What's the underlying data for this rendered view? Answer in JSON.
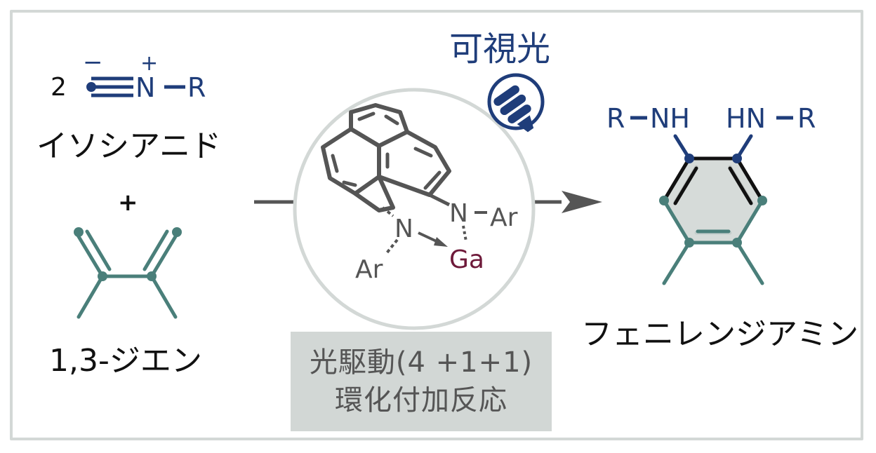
{
  "colors": {
    "blue": "#1f3d7a",
    "teal": "#4a7f7a",
    "gray": "#555555",
    "maroon": "#6e1a3a",
    "frame": "#d3d8d6",
    "box": "#d2d7d5"
  },
  "left": {
    "coefficient": "2",
    "isocyanide_minus": "−",
    "isocyanide_plus": "+",
    "isocyanide_n": "N",
    "isocyanide_r": "R",
    "isocyanide_label": "イソシアニド",
    "plus_sign": "+",
    "diene_label": "1,3-ジエン"
  },
  "catalyst": {
    "light_label": "可視光",
    "n_upper": "N",
    "ar_upper": "Ar",
    "n_lower": "N",
    "ar_lower": "Ar",
    "metal": "Ga",
    "icons": [
      "lightbulb-icon"
    ]
  },
  "reaction": {
    "line1": "光駆動(4 +1+1)",
    "line2": "環化付加反応"
  },
  "product": {
    "left_r": "R",
    "left_nh": "NH",
    "right_hn": "HN",
    "right_r": "R",
    "label": "フェニレンジアミン"
  }
}
